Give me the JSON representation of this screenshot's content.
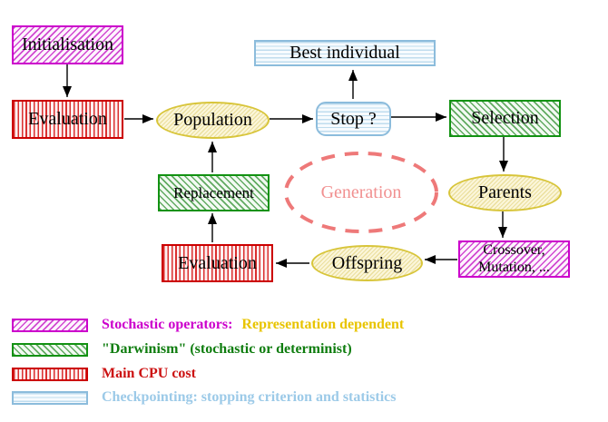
{
  "nodes": {
    "initialisation": {
      "label": "Initialisation"
    },
    "evaluation_top": {
      "label": "Evaluation"
    },
    "population": {
      "label": "Population"
    },
    "best_individual": {
      "label": "Best individual"
    },
    "stop": {
      "label": "Stop ?"
    },
    "selection": {
      "label": "Selection"
    },
    "replacement": {
      "label": "Replacement"
    },
    "generation": {
      "label": "Generation"
    },
    "parents": {
      "label": "Parents"
    },
    "crossover_mutation": {
      "line1": "Crossover,",
      "line2": "Mutation, ..."
    },
    "offspring": {
      "label": "Offspring"
    },
    "evaluation_bottom": {
      "label": "Evaluation"
    }
  },
  "legend": {
    "stochastic": {
      "term": "Stochastic operators:",
      "definition": "Representation dependent"
    },
    "darwinism": {
      "label": "\"Darwinism\" (stochastic or determinist)"
    },
    "main_cpu": {
      "label": "Main CPU cost"
    },
    "checkpointing": {
      "label": "Checkpointing: stopping criterion and statistics"
    }
  },
  "colors": {
    "magenta": "#cc00cc",
    "red": "#cc0000",
    "green": "#129212",
    "light_blue_border": "#8cbcdc",
    "yellow_ellipse_border": "#d8c53a",
    "legend_yellow_text": "#e8c400",
    "legend_green_text": "#0f7d0f",
    "legend_red_text": "#cc1111",
    "legend_blue_text": "#9ccae8",
    "generation_salmon": "#ee7979",
    "arrow_black": "#000000"
  }
}
